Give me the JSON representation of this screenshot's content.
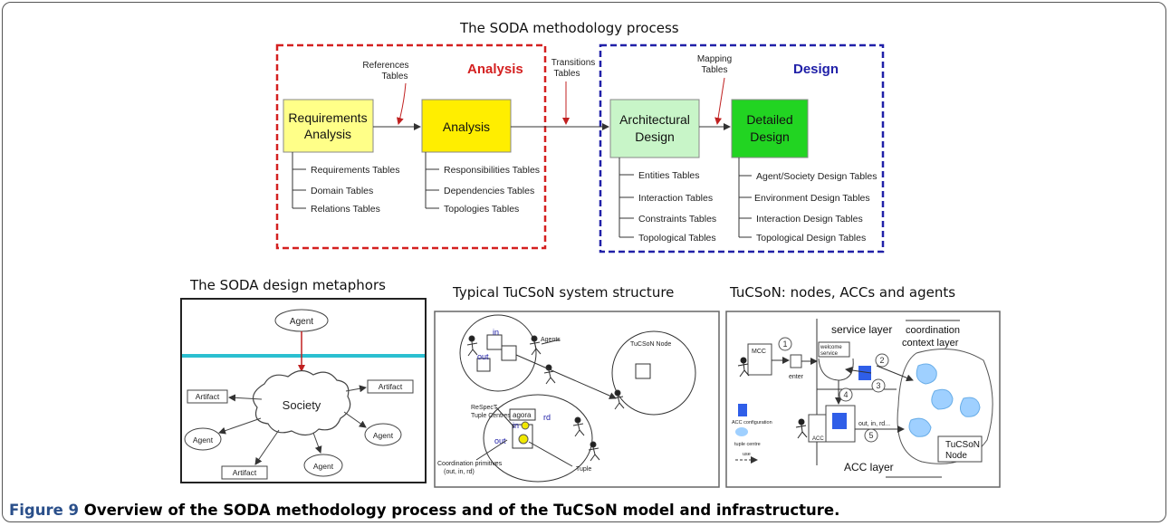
{
  "soda": {
    "title": "The SODA methodology process",
    "analysis_label": "Analysis",
    "design_label": "Design",
    "annotations": {
      "references": [
        "References",
        "Tables"
      ],
      "transitions": [
        "Transitions",
        "Tables"
      ],
      "mapping": [
        "Mapping",
        "Tables"
      ]
    },
    "boxes": {
      "requirements": [
        "Requirements",
        "Analysis"
      ],
      "analysis": [
        "Analysis"
      ],
      "architectural": [
        "Architectural",
        "Design"
      ],
      "detailed": [
        "Detailed",
        "Design"
      ]
    },
    "tables": {
      "requirements": [
        "Requirements Tables",
        "Domain Tables",
        "Relations Tables"
      ],
      "analysis": [
        "Responsibilities Tables",
        "Dependencies Tables",
        "Topologies Tables"
      ],
      "architectural": [
        "Entities Tables",
        "Interaction Tables",
        "Constraints Tables",
        "Topological Tables"
      ],
      "detailed": [
        "Agent/Society  Design Tables",
        "Environment Design Tables",
        "Interaction Design Tables",
        "Topological  Design Tables"
      ]
    },
    "colors": {
      "analysis": "#d42020",
      "design": "#2020a8",
      "requirements_box": "#ffff88",
      "analysis_box": "#ffee00",
      "architectural_box": "#c8f5c8",
      "detailed_box": "#22d422"
    }
  },
  "metaphors": {
    "title": "The SODA design metaphors",
    "society": "Society",
    "agent": "Agent",
    "artifact": "Artifact",
    "colors": {
      "cyan_line": "#2bbfd0",
      "red_arrow": "#c02020"
    }
  },
  "tucson": {
    "title": "Typical TuCSoN system structure",
    "agents": "Agents",
    "node": "TuCSoN Node",
    "respect": [
      "ReSpecT",
      "Tuple Centres"
    ],
    "agora": "agora",
    "in": "in",
    "out": "out",
    "rd": "rd",
    "primitives": [
      "Coordination primitives",
      "(out, in, rd)"
    ],
    "tuple": "Tuple"
  },
  "nodes": {
    "title": "TuCSoN: nodes, ACCs and agents",
    "service_layer": "service layer",
    "coordination_layer": [
      "coordination",
      "context layer"
    ],
    "mcc": "MCC",
    "enter": "enter",
    "welcome": [
      "welcome",
      "service"
    ],
    "acc": "ACC",
    "acc_config": "ACC configuration",
    "tuple_centre": "tuple centre",
    "use": "use",
    "ops": "out, in, rd...",
    "tucson_node": [
      "TuCSoN",
      "Node"
    ],
    "acc_layer": "ACC layer",
    "numbers": [
      "1",
      "2",
      "3",
      "4",
      "5"
    ]
  },
  "caption": {
    "number": "Figure 9",
    "text": " Overview of the SODA methodology process and of the TuCSoN model and infrastructure."
  }
}
